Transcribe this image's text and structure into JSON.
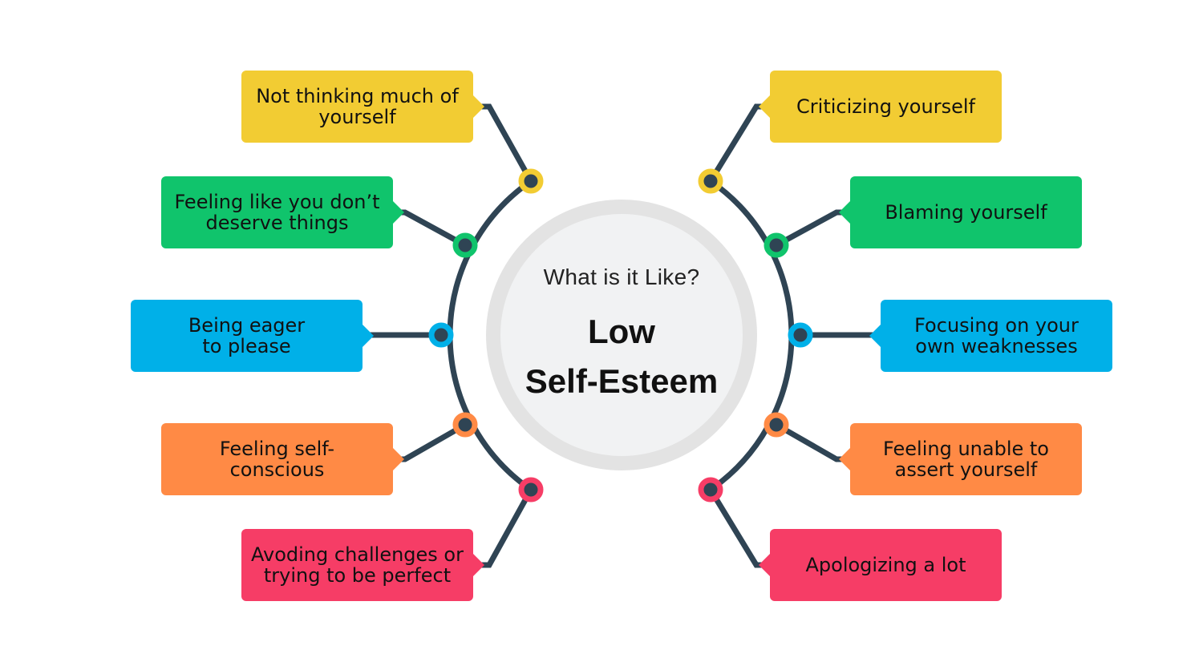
{
  "center": {
    "subtitle": "What is it Like?",
    "title_line1": "Low",
    "title_line2": "Self-Esteem"
  },
  "colors": {
    "yellow": "#f2cc33",
    "green": "#10c46c",
    "blue": "#00b0e8",
    "orange": "#ff8a45",
    "pink": "#f63d66",
    "line": "#2f4454",
    "circle_fill": "#f1f2f3",
    "circle_ring": "#e3e3e3"
  },
  "items": {
    "left": [
      {
        "text": "Not thinking much of yourself",
        "color": "yellow"
      },
      {
        "text": "Feeling like you don’t deserve things",
        "color": "green"
      },
      {
        "text": "Being eager to please",
        "color": "blue"
      },
      {
        "text": "Feeling self-conscious",
        "color": "orange"
      },
      {
        "text": "Avoding challenges or trying to be perfect",
        "color": "pink"
      }
    ],
    "right": [
      {
        "text": "Criticizing yourself",
        "color": "yellow"
      },
      {
        "text": "Blaming yourself",
        "color": "green"
      },
      {
        "text": "Focusing on your own weaknesses",
        "color": "blue"
      },
      {
        "text": "Feeling unable to assert yourself",
        "color": "orange"
      },
      {
        "text": "Apologizing a lot",
        "color": "pink"
      }
    ]
  }
}
